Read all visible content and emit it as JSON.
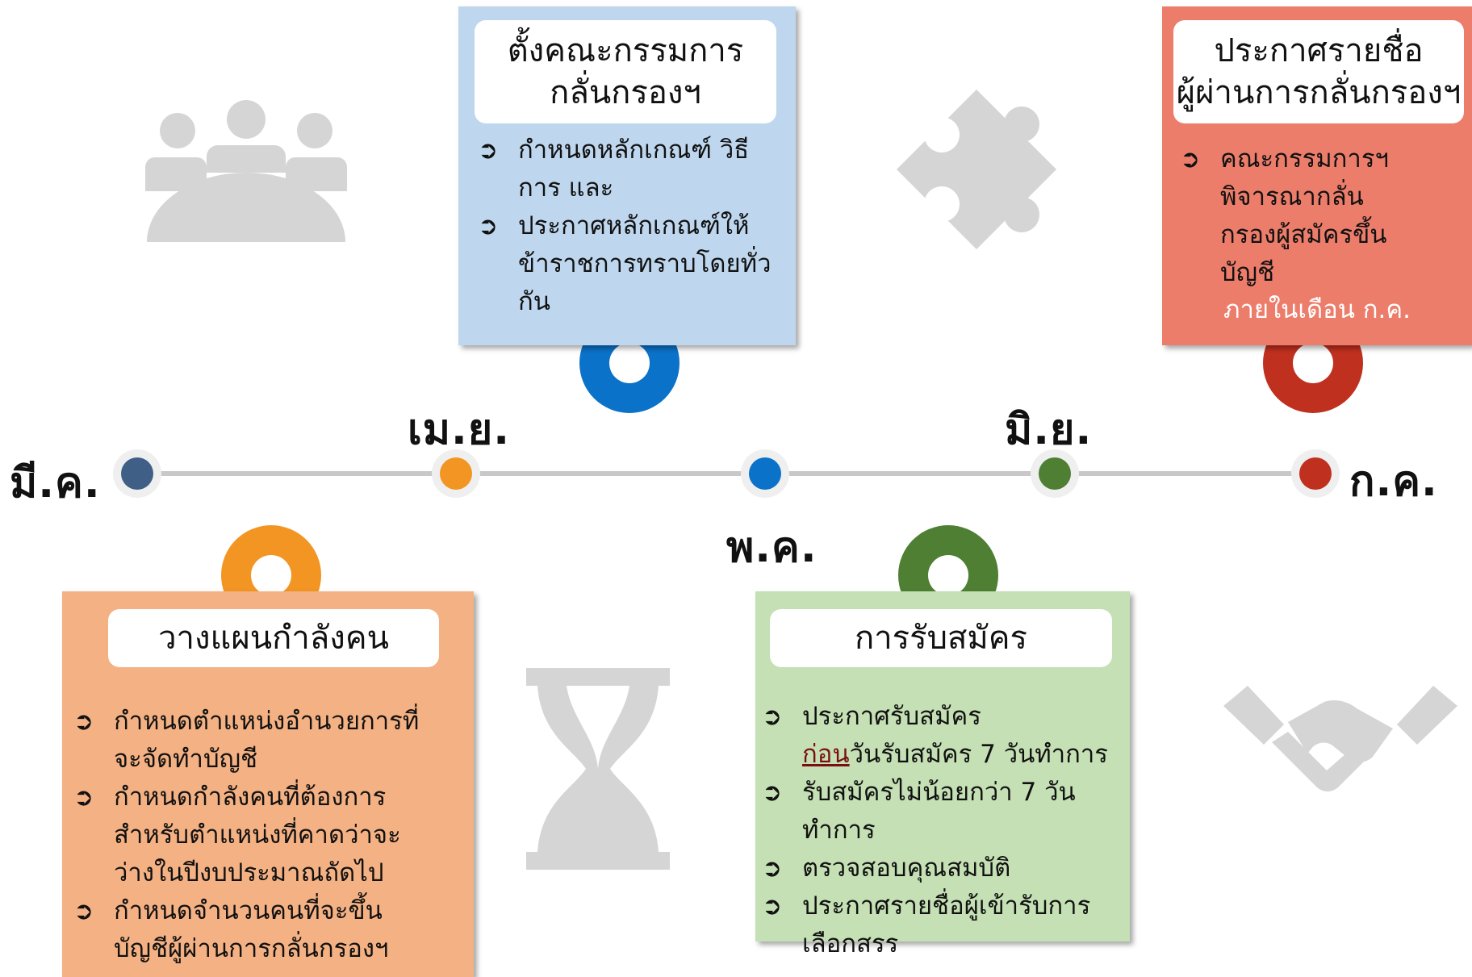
{
  "colors": {
    "mar": "#3f5f86",
    "apr": "#f39523",
    "may": "#0b72c9",
    "jun": "#4e7f33",
    "jul": "#c0301f",
    "line": "#c8c8c8",
    "icon_gray": "#d5d5d5"
  },
  "months": {
    "mar": "มี.ค.",
    "apr": "เม.ย.",
    "may": "พ.ค.",
    "jun": "มิ.ย.",
    "jul": "ก.ค."
  },
  "cards": {
    "committee": {
      "title_line1": "ตั้งคณะกรรมการ",
      "title_line2": "กลั่นกรองฯ",
      "bullets": [
        "กำหนดหลักเกณฑ์ วิธีการ และ",
        "ประกาศหลักเกณฑ์ให้ข้าราชการทราบโดยทั่วกัน"
      ],
      "bg": "#bed7ee"
    },
    "announce": {
      "title_line1": "ประกาศรายชื่อ",
      "title_line2": "ผู้ผ่านการกลั่นกรองฯ",
      "bullet": "คณะกรรมการฯ พิจารณากลั่นกรองผู้สมัครขึ้นบัญชี",
      "note": "ภายในเดือน ก.ค.",
      "bg": "#ec7d6b"
    },
    "planning": {
      "title": "วางแผนกำลังคน",
      "bullets": [
        "กำหนดตำแหน่งอำนวยการที่จะจัดทำบัญชี",
        "กำหนดกำลังคนที่ต้องการสำหรับตำแหน่งที่คาดว่าจะว่างในปีงบประมาณถัดไป",
        "กำหนดจำนวนคนที่จะขึ้นบัญชีผู้ผ่านการกลั่นกรองฯ"
      ],
      "bg": "#f4b183"
    },
    "apply": {
      "title": "การรับสมัคร",
      "bullet1_line1": "ประกาศรับสมัคร",
      "bullet1_before": "ก่อน",
      "bullet1_rest": "วันรับสมัคร 7 วันทำการ",
      "bullets": [
        "รับสมัครไม่น้อยกว่า 7 วันทำการ",
        "ตรวจสอบคุณสมบัติ",
        "ประกาศรายชื่อผู้เข้ารับการเลือกสรร"
      ],
      "bg": "#c5e0b4"
    }
  },
  "icons": [
    "people-icon",
    "puzzle-icon",
    "hourglass-icon",
    "handshake-icon",
    "pointer-arrow-icon"
  ]
}
